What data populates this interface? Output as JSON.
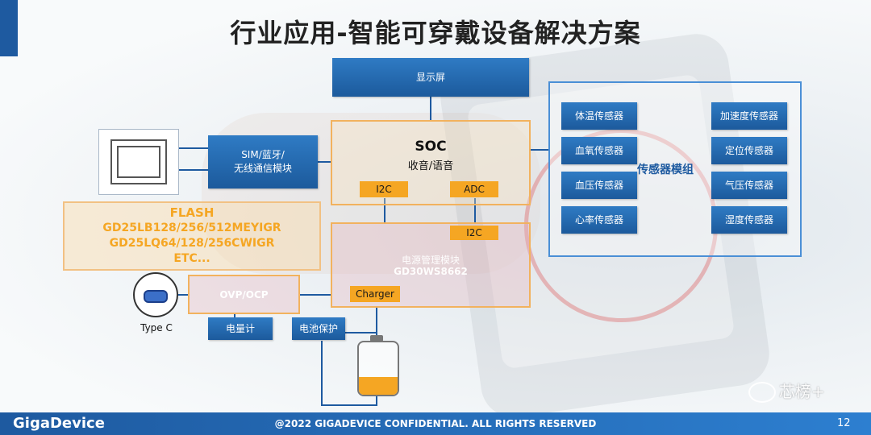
{
  "title": "行业应用-智能可穿戴设备解决方案",
  "display": "显示屏",
  "sim": [
    "SIM/蓝牙/",
    "无线通信模块"
  ],
  "soc": {
    "title": "SOC",
    "subtitle": "收音/语音",
    "i2c": "I2C",
    "adc": "ADC"
  },
  "flash": {
    "lines": [
      "FLASH",
      "GD25LB128/256/512MEYIGR",
      "GD25LQ64/128/256CWIGR",
      "ETC..."
    ]
  },
  "power": {
    "i2c": "I2C",
    "name": "电源管理模块",
    "part": "GD30WS8662",
    "charger": "Charger"
  },
  "ovp": "OVP/OCP",
  "typec": "Type C",
  "fuel_gauge": "电量计",
  "battery_protect": "电池保护",
  "sensors": {
    "group_label": "传感器模组",
    "left": [
      "体温传感器",
      "血氧传感器",
      "血压传感器",
      "心率传感器"
    ],
    "right": [
      "加速度传感器",
      "定位传感器",
      "气压传感器",
      "湿度传感器"
    ]
  },
  "footer": {
    "logo": "GigaDevice",
    "copyright": "@2022 GIGADEVICE CONFIDENTIAL. ALL RIGHTS RESERVED",
    "page": "12"
  },
  "watermark": "芯榜+",
  "colors": {
    "blue": "#1e5aa0",
    "orange": "#f5a623"
  }
}
